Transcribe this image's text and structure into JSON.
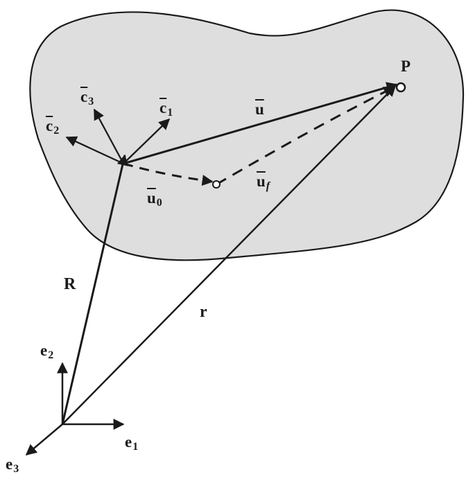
{
  "labels": {
    "P": "P",
    "u_bar": "u",
    "c3_base": "c",
    "c3_sub": "3",
    "c1_base": "c",
    "c1_sub": "1",
    "c2_base": "c",
    "c2_sub": "2",
    "u0_base": "u",
    "u0_sub": "0",
    "uf_base": "u",
    "uf_sub": "f",
    "R": "R",
    "r": "r",
    "e2_base": "e",
    "e2_sub": "2",
    "e1_base": "e",
    "e1_sub": "1",
    "e3_base": "e",
    "e3_sub": "3"
  },
  "colors": {
    "body_fill": "#dedede",
    "stroke": "#1a1a1a"
  }
}
